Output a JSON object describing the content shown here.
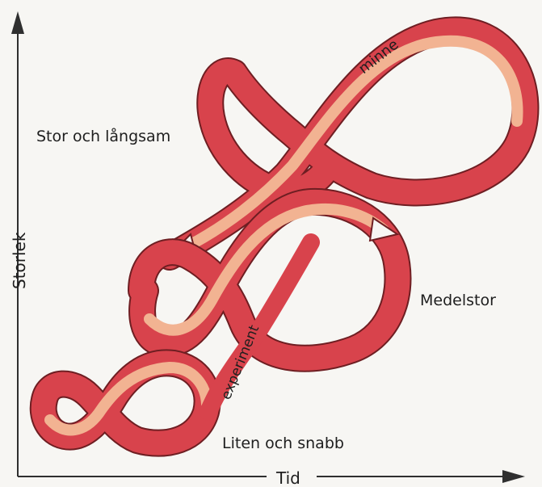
{
  "axes": {
    "x_label": "Tid",
    "y_label": "Storlek"
  },
  "levels": {
    "large": "Stor och långsam",
    "medium": "Medelstor",
    "small": "Liten och snabb"
  },
  "flows": {
    "memory": "minne",
    "experiment": "experiment"
  },
  "colors": {
    "ribbon_dark": "#d8434c",
    "ribbon_light": "#f2b392",
    "outline": "#6e1e22",
    "text": "#1e1e1e"
  }
}
